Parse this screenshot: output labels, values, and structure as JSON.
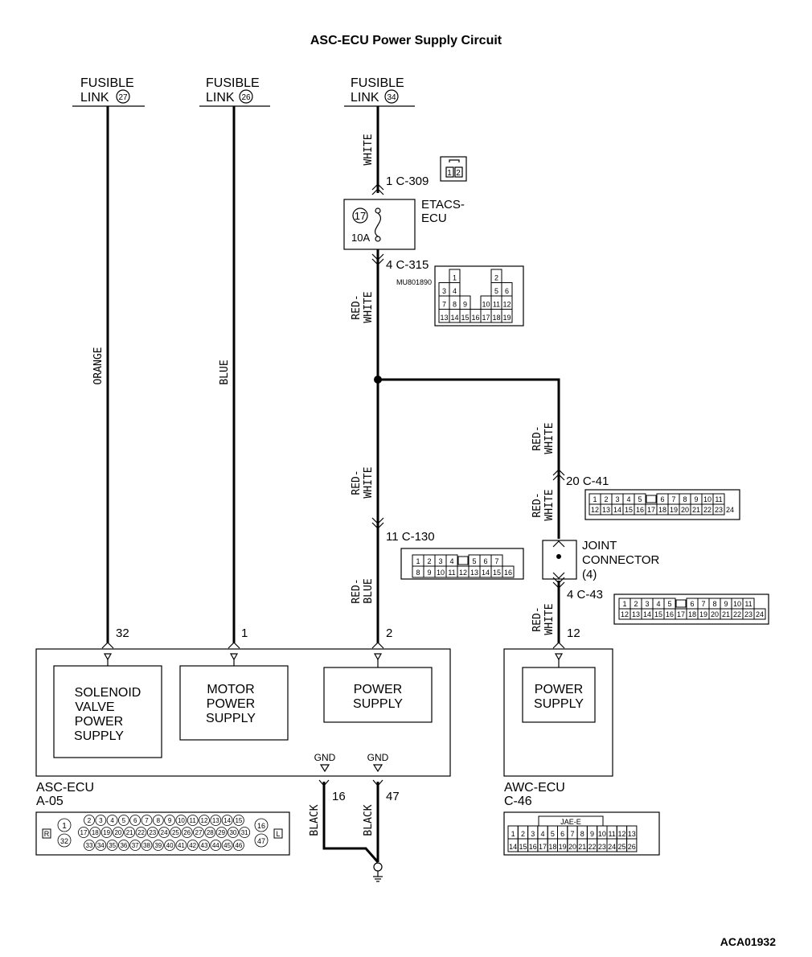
{
  "title": "ASC-ECU Power Supply Circuit",
  "fusible_links": [
    {
      "line1": "FUSIBLE",
      "line2": "LINK",
      "num": "27"
    },
    {
      "line1": "FUSIBLE",
      "line2": "LINK",
      "num": "26"
    },
    {
      "line1": "FUSIBLE",
      "line2": "LINK",
      "num": "34"
    }
  ],
  "wires": {
    "orange": "ORANGE",
    "blue": "BLUE",
    "white": "WHITE",
    "red": "RED-",
    "white2": "WHITE",
    "blue2": "BLUE",
    "black": "BLACK"
  },
  "connectors": {
    "c309": "1 C-309",
    "c315": "4 C-315",
    "mu": "MU801890",
    "c41": "20 C-41",
    "c130": "11 C-130",
    "c43": "4 C-43",
    "jae": "JAE-E"
  },
  "etacs": {
    "line1": "ETACS-",
    "line2": "ECU",
    "fuse_num": "17",
    "fuse_rating": "10A"
  },
  "joint": {
    "line1": "JOINT",
    "line2": "CONNECTOR",
    "line3": "(4)"
  },
  "pins": {
    "p32": "32",
    "p1": "1",
    "p2": "2",
    "p12": "12",
    "p16": "16",
    "p47": "47",
    "gnd": "GND"
  },
  "asc_ecu": {
    "name": "ASC-ECU",
    "code": "A-05",
    "block1": [
      "SOLENOID",
      "VALVE",
      "POWER",
      "SUPPLY"
    ],
    "block2": [
      "MOTOR",
      "POWER",
      "SUPPLY"
    ],
    "block3": [
      "POWER",
      "SUPPLY"
    ]
  },
  "awc_ecu": {
    "name": "AWC-ECU",
    "code": "C-46",
    "block": [
      "POWER",
      "SUPPLY"
    ]
  },
  "footer_code": "ACA01932"
}
